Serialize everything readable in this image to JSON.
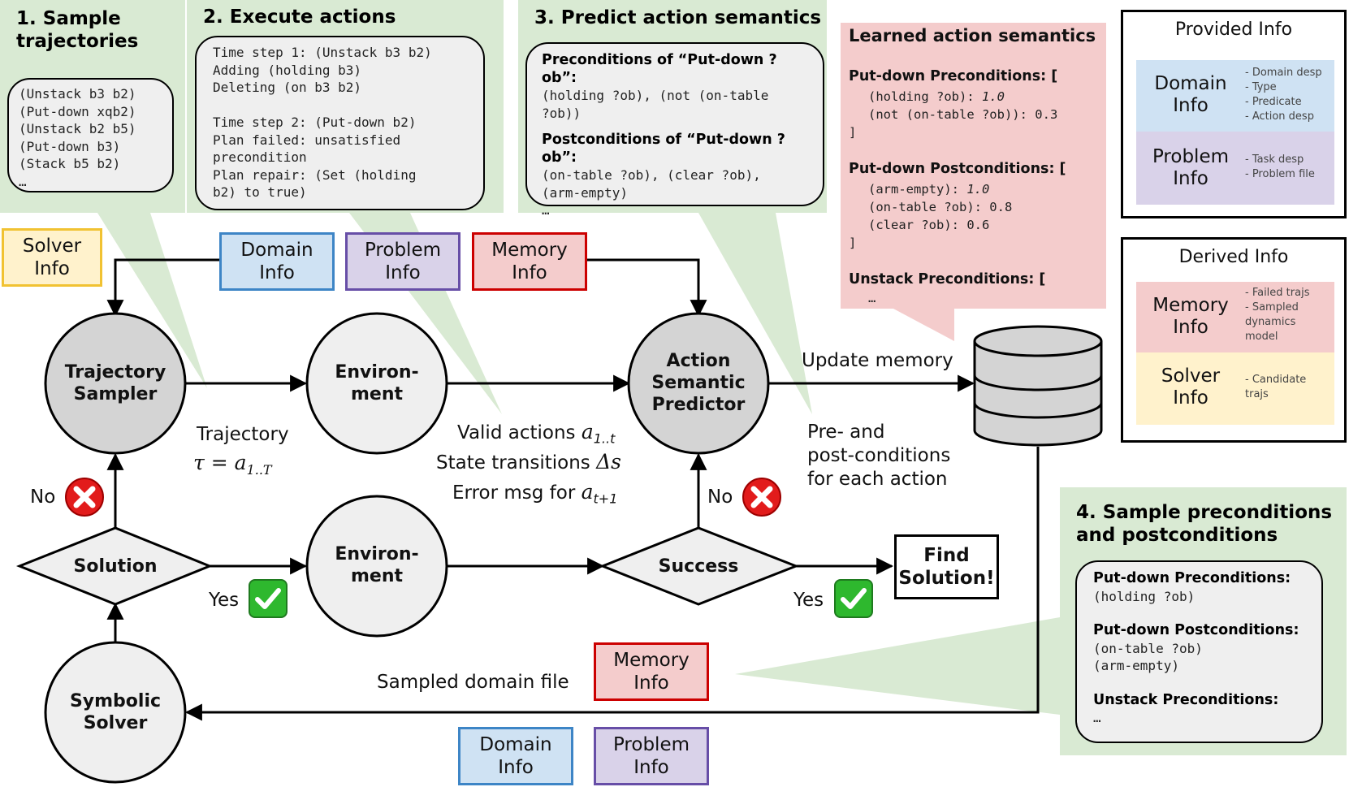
{
  "panels": {
    "p1": {
      "title": "1. Sample\ntrajectories",
      "lines": [
        "(Unstack b3 b2)",
        "(Put-down xqb2)",
        "(Unstack b2 b5)",
        "(Put-down b3)",
        "(Stack b5 b2)",
        "…"
      ]
    },
    "p2": {
      "title": "2. Execute actions",
      "lines": [
        "Time step 1: (Unstack b3 b2)",
        "Adding (holding b3)",
        "Deleting (on b3 b2)",
        "",
        "Time step 2: (Put-down b2)",
        "Plan failed: unsatisfied",
        "precondition",
        "Plan repair: (Set (holding",
        "b2) to true)"
      ]
    },
    "p3": {
      "title": "3. Predict action semantics",
      "pre_head": "Preconditions of “Put-down ?ob”:",
      "pre_lines": [
        "(holding ?ob), (not (on-table",
        "?ob))"
      ],
      "post_head": "Postconditions of “Put-down ?ob”:",
      "post_lines": [
        "(on-table ?ob), (clear ?ob),",
        "(arm-empty)",
        "…"
      ]
    },
    "p4": {
      "title": "4. Sample preconditions\nand postconditions",
      "pre_head": "Put-down Preconditions:",
      "pre_lines": [
        "(holding ?ob)"
      ],
      "post_head": "Put-down Postconditions:",
      "post_lines": [
        "(on-table ?ob)",
        "(arm-empty)"
      ],
      "unstack_head": "Unstack Preconditions:",
      "ellipsis": "…"
    }
  },
  "learned": {
    "title": "Learned action semantics",
    "pre_head": "Put-down Preconditions: [",
    "pre_l1a": "(holding ?ob): ",
    "pre_l1b": "1.0",
    "pre_l2": "(not (on-table ?ob)): 0.3",
    "close1": "]",
    "post_head": "Put-down Postconditions: [",
    "post_l1a": "(arm-empty): ",
    "post_l1b": "1.0",
    "post_l2": "(on-table ?ob): 0.8",
    "post_l3": "(clear ?ob): 0.6",
    "close2": "]",
    "unstack_head": "Unstack Preconditions: [",
    "ellipsis": "…"
  },
  "legend": {
    "provided": {
      "title": "Provided Info",
      "domain": "Domain\nInfo",
      "domain_items": "- Domain desp\n- Type\n- Predicate\n- Action desp",
      "problem": "Problem\nInfo",
      "problem_items": "- Task desp\n- Problem file"
    },
    "derived": {
      "title": "Derived Info",
      "memory": "Memory\nInfo",
      "memory_items": "- Failed trajs\n- Sampled\ndynamics\nmodel",
      "solver": "Solver\nInfo",
      "solver_items": "- Candidate\ntrajs"
    }
  },
  "boxes": {
    "solver_info": "Solver\nInfo",
    "domain_info_top": "Domain\nInfo",
    "problem_info_top": "Problem\nInfo",
    "memory_info_top": "Memory\nInfo",
    "memory_info_bottom": "Memory\nInfo",
    "domain_info_bottom": "Domain\nInfo",
    "problem_info_bottom": "Problem\nInfo",
    "find_solution": "Find\nSolution!"
  },
  "nodes": {
    "trajectory_sampler": "Trajectory\nSampler",
    "environment_top": "Environ-\nment",
    "action_semantic_predictor": "Action\nSemantic\nPredictor",
    "environment_bottom": "Environ-\nment",
    "symbolic_solver": "Symbolic\nSolver",
    "solution": "Solution",
    "success": "Success"
  },
  "labels": {
    "trajectory": "Trajectory",
    "tau_math": "τ = a",
    "tau_sub": "1..T",
    "valid_actions": "Valid actions ",
    "valid_sub": "1..t",
    "state_transitions": "State transitions ",
    "delta_s": "Δs",
    "error_msg": "Error msg for ",
    "error_sub": "t+1",
    "a_sym": "a",
    "update_memory": "Update memory",
    "pre_post": "Pre- and\npost-conditions\nfor each action",
    "sampled_domain_file": "Sampled domain file",
    "no_left": "No",
    "yes_left": "Yes",
    "no_right": "No",
    "yes_right": "Yes"
  },
  "colors": {
    "green_panel": "#d9ead3",
    "blue": "#cfe2f3",
    "purple": "#d9d2e9",
    "red": "#f4cccc",
    "yellow": "#fff2cc",
    "node_gray": "#d4d4d4",
    "node_light": "#efefef"
  }
}
